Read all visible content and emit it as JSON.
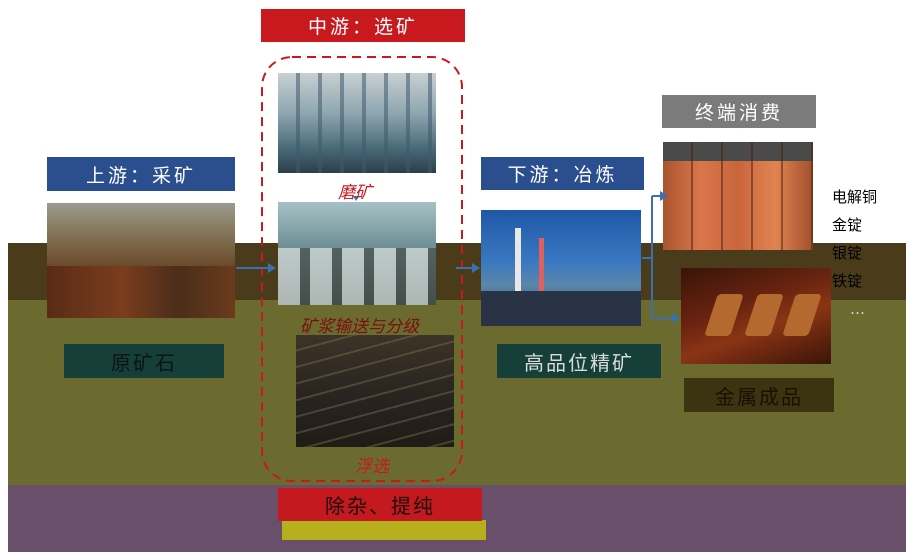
{
  "stages": {
    "upstream": "上游：采矿",
    "midstream": "中游：选矿",
    "downstream": "下游：冶炼",
    "terminal": "终端消费"
  },
  "boxes": {
    "raw_ore": "原矿石",
    "high_grade_concentrate": "高品位精矿",
    "metal_products": "金属成品",
    "purification": "除杂、提纯"
  },
  "steps": {
    "grinding": "磨矿",
    "slurry": "矿浆输送与分级",
    "flotation": "浮选"
  },
  "products": [
    "电解铜",
    "金锭",
    "银锭",
    "铁锭",
    "…"
  ],
  "colors": {
    "blue_header": "#2a4e8e",
    "red_header": "#c8191f",
    "gray_header": "#7b7b7b",
    "arrow": "#3a6fb0"
  }
}
